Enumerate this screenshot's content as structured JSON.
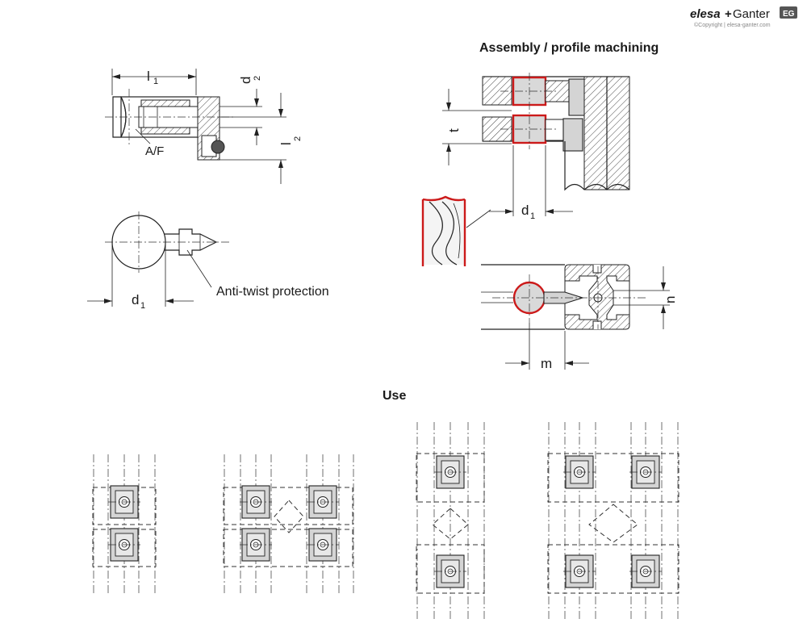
{
  "brand": {
    "name_left": "elesa",
    "name_plus": "+",
    "name_right": "Ganter",
    "badge": "EG",
    "copyright": "©Copyright | elesa-ganter.com"
  },
  "labels": {
    "assembly_title": "Assembly / profile machining",
    "use_title": "Use",
    "l1": "l",
    "l1_sub": "1",
    "d2": "d",
    "d2_sub": "2",
    "l2": "l",
    "l2_sub": "2",
    "af": "A/F",
    "d1": "d",
    "d1_sub": "1",
    "anti_twist": "Anti-twist protection",
    "t": "t",
    "d1b": "d",
    "d1b_sub": "1",
    "n": "n",
    "m": "m"
  }
}
